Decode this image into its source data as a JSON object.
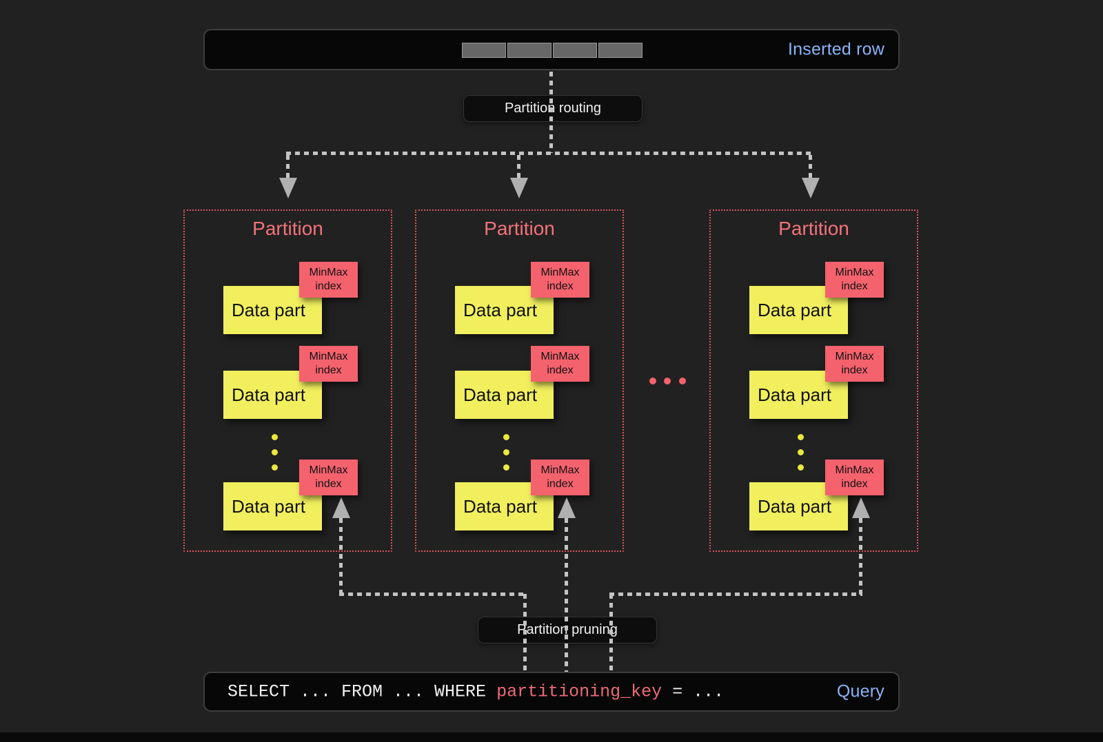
{
  "inserted_row": {
    "label": "Inserted row",
    "segment_count": 4
  },
  "labels": {
    "routing": "Partition routing",
    "pruning": "Partition pruning"
  },
  "partitions": [
    {
      "title": "Partition",
      "parts": [
        {
          "label": "Data part",
          "index_label": "MinMax index"
        },
        {
          "label": "Data part",
          "index_label": "MinMax index"
        },
        {
          "label": "Data part",
          "index_label": "MinMax index"
        }
      ],
      "vertical_ellipsis_dots": 3
    },
    {
      "title": "Partition",
      "parts": [
        {
          "label": "Data part",
          "index_label": "MinMax index"
        },
        {
          "label": "Data part",
          "index_label": "MinMax index"
        },
        {
          "label": "Data part",
          "index_label": "MinMax index"
        }
      ],
      "vertical_ellipsis_dots": 3
    },
    {
      "title": "Partition",
      "parts": [
        {
          "label": "Data part",
          "index_label": "MinMax index"
        },
        {
          "label": "Data part",
          "index_label": "MinMax index"
        },
        {
          "label": "Data part",
          "index_label": "MinMax index"
        }
      ],
      "vertical_ellipsis_dots": 3
    }
  ],
  "between_partitions_ellipsis_dots": 3,
  "query": {
    "prefix": "SELECT ... FROM ... WHERE ",
    "key": "partitioning_key",
    "suffix": " = ...",
    "label": "Query"
  },
  "colors": {
    "background": "#212121",
    "accent_blue": "#8ab4f8",
    "salmon_red": "#f4626e",
    "partition_border_red": "#dd5460",
    "data_part_yellow": "#f1ef5e",
    "dash_gray": "#c4c4c4"
  }
}
